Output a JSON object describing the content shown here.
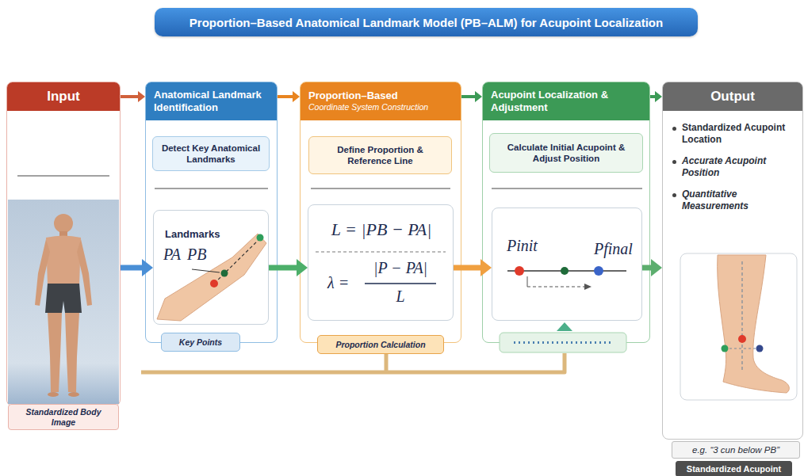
{
  "diagram": {
    "title": "Proportion–Based Anatomical Landmark Model (PB–ALM) for Acupoint Localization",
    "nodes": [
      {
        "text": [
          "Input"
        ]
      },
      {
        "text": [
          "Standardized Body Image"
        ],
        "in": 0
      },
      {
        "text": [
          "Anatomical Landmark Identification"
        ]
      },
      {
        "text": [
          "Detect Key Anatomical Landmarks"
        ],
        "in": 2
      },
      {
        "text": [
          "Landmarks",
          "PA",
          "PB"
        ],
        "in": 2
      },
      {
        "text": [
          "Key Points"
        ],
        "in": 2
      },
      {
        "text": [
          "Proportion–Based",
          "Coordinate System Construction"
        ]
      },
      {
        "text": [
          "Define Proportion & Reference Line"
        ],
        "in": 6
      },
      {
        "text": [
          "L = |PB − PA|",
          "λ =",
          "|P − PA|",
          "L"
        ],
        "in": 6
      },
      {
        "text": [
          "Proportion Calculation"
        ],
        "in": 6
      },
      {
        "text": [
          "Acupoint Localization & Adjustment"
        ]
      },
      {
        "text": [
          "Calculate Initial Acupoint & Adjust Position"
        ],
        "in": 10
      },
      {
        "text": [
          "Pinit",
          "Pfinal"
        ],
        "in": 10
      },
      {
        "text": [
          "Output",
          "Standardized Acupoint Location",
          "Accurate Acupoint Position",
          "Quantitative Measurements"
        ]
      },
      {
        "text": [
          "e.g. “3 cun below PB”"
        ],
        "in": 13
      },
      {
        "text": [
          "Standardized Acupoint"
        ],
        "in": 13
      }
    ],
    "edges": [
      {
        "from": 0,
        "to": 2,
        "arrow": "to"
      },
      {
        "from": 2,
        "to": 6,
        "arrow": "to"
      },
      {
        "from": 6,
        "to": 10,
        "arrow": "to"
      },
      {
        "from": 10,
        "to": 13,
        "arrow": "to"
      },
      {
        "from": 0,
        "to": 4,
        "arrow": "to"
      },
      {
        "from": 4,
        "to": 8,
        "arrow": "to"
      },
      {
        "from": 8,
        "to": 12,
        "arrow": "to"
      },
      {
        "from": 12,
        "to": 13,
        "arrow": "to"
      }
    ]
  }
}
